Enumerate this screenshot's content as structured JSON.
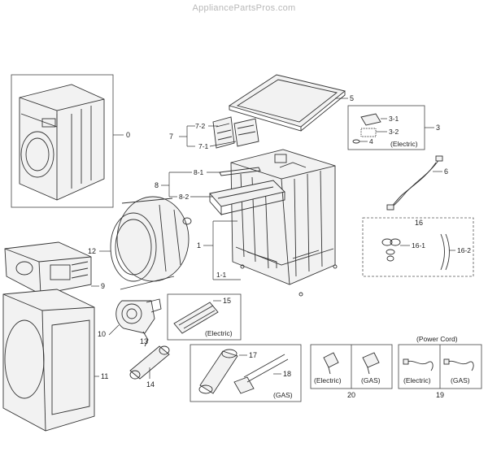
{
  "watermark": "AppliancePartsPros.com",
  "callouts": {
    "c0": "0",
    "c1": "1",
    "c1_1": "1-1",
    "c3": "3",
    "c3_1": "3-1",
    "c3_2": "3-2",
    "c4": "4",
    "c5": "5",
    "c6": "6",
    "c7": "7",
    "c7_1": "7-1",
    "c7_2": "7-2",
    "c8": "8",
    "c8_1": "8-1",
    "c8_2": "8-2",
    "c9": "9",
    "c10": "10",
    "c11": "11",
    "c12": "12",
    "c13": "13",
    "c14": "14",
    "c15": "15",
    "c16": "16",
    "c16_1": "16-1",
    "c16_2": "16-2",
    "c17": "17",
    "c18": "18",
    "c19": "19",
    "c20": "20"
  },
  "notes": {
    "electric_3": "(Electric)",
    "electric_15": "(Electric)",
    "gas_17": "(GAS)",
    "electric_20": "(Electric)",
    "gas_20": "(GAS)",
    "power_cord": "(Power Cord)",
    "electric_19": "(Electric)",
    "gas_19": "(GAS)"
  }
}
